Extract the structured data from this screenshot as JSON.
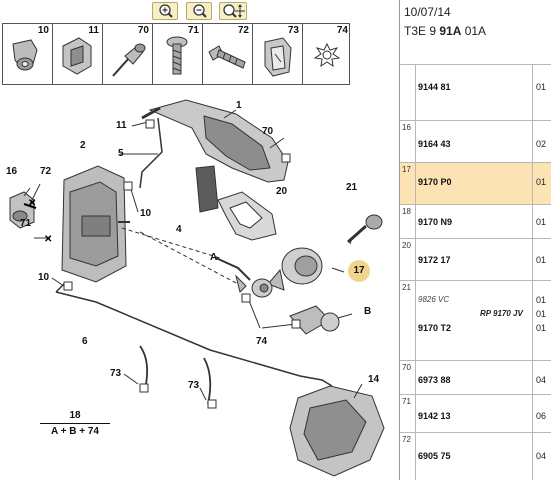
{
  "toolbar": {
    "buttons": [
      {
        "name": "zoom-in-button",
        "icon": "zoom-in-icon"
      },
      {
        "name": "zoom-out-button",
        "icon": "zoom-out-icon"
      },
      {
        "name": "zoom-pan-button",
        "icon": "zoom-pan-icon"
      }
    ]
  },
  "parts_strip": [
    "10",
    "11",
    "70",
    "71",
    "72",
    "73",
    "74"
  ],
  "callouts": {
    "c1": "1",
    "c2": "2",
    "c4": "4",
    "c5": "5",
    "c6": "6",
    "c10a": "10",
    "c10b": "10",
    "c11": "11",
    "c14": "14",
    "c16": "16",
    "c17": "17",
    "c20": "20",
    "c21": "21",
    "c70": "70",
    "c71": "71",
    "c72": "72",
    "c73a": "73",
    "c73b": "73",
    "c74": "74",
    "cA": "A",
    "cB": "B"
  },
  "formula": {
    "top": "18",
    "bottom": "A + B + 74"
  },
  "panel": {
    "date": "10/07/14",
    "code_prefix": "T3E 9 ",
    "code_bold": "91A",
    "code_suffix": " 01A",
    "rows": [
      {
        "index": "",
        "ref": "9144 81",
        "qty": "01"
      },
      {
        "index": "16",
        "ref": "9164 43",
        "qty": "02"
      },
      {
        "index": "17",
        "ref": "9170 P0",
        "qty": "01"
      },
      {
        "index": "18",
        "ref": "9170 N9",
        "qty": "01"
      },
      {
        "index": "20",
        "ref": "9172 17",
        "qty": "01"
      },
      {
        "index": "21",
        "ref": "9170 T2",
        "qty": "01",
        "note1": "9826 VC",
        "note2": "RP 9170 JV",
        "qty_extra": [
          "01",
          "01"
        ]
      },
      {
        "index": "70",
        "ref": "6973 88",
        "qty": "04"
      },
      {
        "index": "71",
        "ref": "9142 13",
        "qty": "06"
      },
      {
        "index": "72",
        "ref": "6905 75",
        "qty": "04"
      }
    ],
    "selected_row": 2,
    "colors": {
      "highlight": "#fbe3b4",
      "callout_highlight": "#f1d48e",
      "toolbar_button": "#f6f0c8"
    }
  }
}
